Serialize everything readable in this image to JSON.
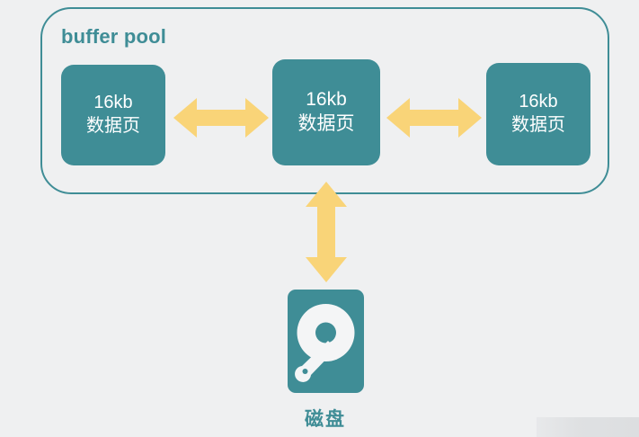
{
  "diagram": {
    "background_color": "#eff0f1",
    "accent_color": "#3f8d96",
    "arrow_color": "#f9d478",
    "pool": {
      "title": "buffer pool",
      "pages": [
        {
          "size": "16kb",
          "name": "数据页"
        },
        {
          "size": "16kb",
          "name": "数据页"
        },
        {
          "size": "16kb",
          "name": "数据页"
        }
      ]
    },
    "connectors": [
      {
        "id": "page1-page2",
        "icon": "double-arrow-horizontal-icon"
      },
      {
        "id": "page2-page3",
        "icon": "double-arrow-horizontal-icon"
      },
      {
        "id": "pool-disk",
        "icon": "double-arrow-vertical-icon"
      }
    ],
    "storage": {
      "icon": "hard-disk-icon",
      "label": "磁盘"
    }
  }
}
